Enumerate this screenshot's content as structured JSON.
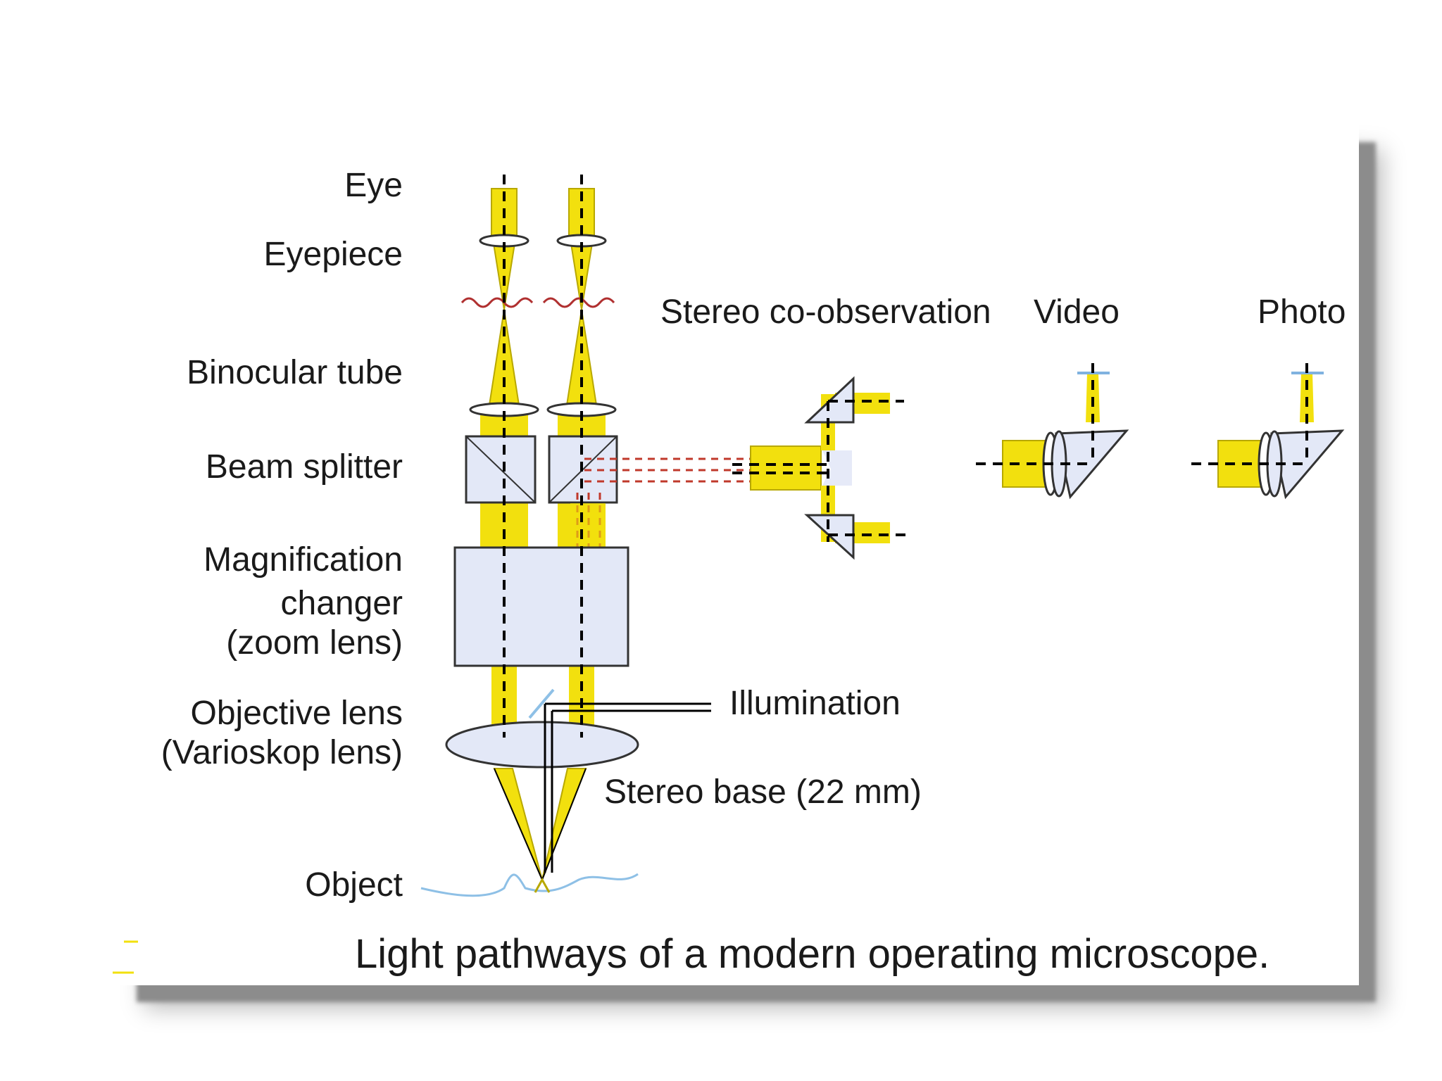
{
  "labels": {
    "eye": "Eye",
    "eyepiece": "Eyepiece",
    "binocular_tube": "Binocular tube",
    "beam_splitter": "Beam splitter",
    "magnification_changer": [
      "Magnification",
      "changer",
      "(zoom lens)"
    ],
    "objective_lens": [
      "Objective lens",
      "(Varioskop lens)"
    ],
    "object": "Object",
    "stereo_coobservation": "Stereo co-observation",
    "video": "Video",
    "photo": "Photo",
    "illumination": "Illumination",
    "stereo_base": "Stereo base (22 mm)"
  },
  "caption": "Light pathways of a modern operating microscope.",
  "colors": {
    "beam": "#f2e00e",
    "beam_outline": "#b8a800",
    "component_fill": "#e3e8f7",
    "axis": "#000000",
    "split_path": "#c0392b",
    "sensor": "#7fb2e0",
    "object_line": "#8ec0e6"
  }
}
